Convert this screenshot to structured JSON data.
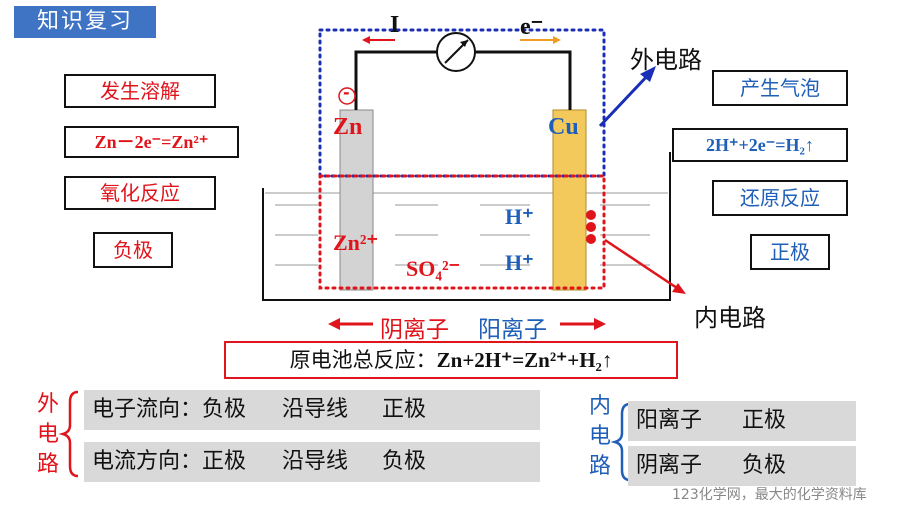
{
  "title": "知识复习",
  "left_labels": [
    "发生溶解",
    "Zn－2e⁻=Zn²⁺",
    "氧化反应",
    "负极"
  ],
  "right_labels": [
    "产生气泡",
    "2H⁺+2e⁻=H₂↑",
    "还原反应",
    "正极"
  ],
  "circuit": {
    "current_label": "I",
    "electron_label": "e⁻",
    "external_circuit": "外电路",
    "internal_circuit": "内电路",
    "anode_metal": "Zn",
    "cathode_metal": "Cu",
    "anode_charge": "-",
    "ion_zn": "Zn²⁺",
    "ion_so4": "SO₄²⁻",
    "ion_h_1": "H⁺",
    "ion_h_2": "H⁺"
  },
  "ion_flow": {
    "anion": "阴离子",
    "cation": "阳离子"
  },
  "total_reaction": {
    "label": "原电池总反应：",
    "equation": "Zn+2H⁺=Zn²⁺+H₂↑"
  },
  "external": {
    "heading": [
      "外",
      "电",
      "路"
    ],
    "rows": [
      {
        "label": "电子流向：负极",
        "mid": "沿导线",
        "end": "正极"
      },
      {
        "label": "电流方向：正极",
        "mid": "沿导线",
        "end": "负极"
      }
    ]
  },
  "internal": {
    "heading": [
      "内",
      "电",
      "路"
    ],
    "rows": [
      {
        "label": "阳离子",
        "end": "正极"
      },
      {
        "label": "阴离子",
        "end": "负极"
      }
    ]
  },
  "watermark": "123化学网，最大的化学资料库",
  "colors": {
    "accent_blue": "#3f74c5",
    "red": "#e0141b",
    "blue": "#1f5fb8",
    "navy": "#1a2fb8",
    "zn_plate": "#d3d3d3",
    "cu_plate": "#f3c95b"
  }
}
